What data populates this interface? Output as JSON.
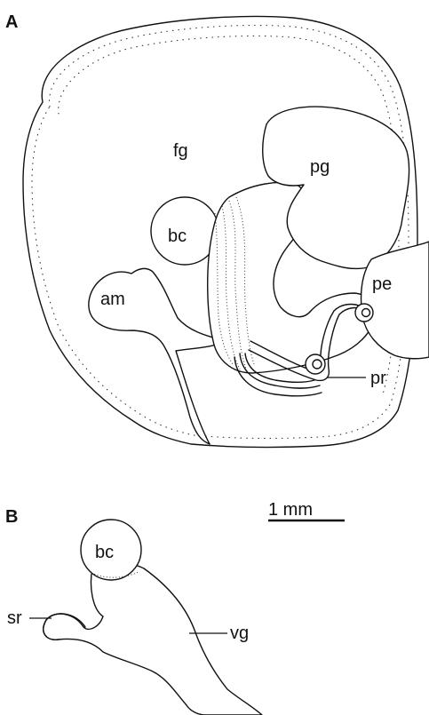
{
  "panel_a": {
    "letter": "A",
    "labels": {
      "fg": "fg",
      "pg": "pg",
      "bc": "bc",
      "am": "am",
      "pe": "pe",
      "pr": "pr"
    }
  },
  "panel_b": {
    "letter": "B",
    "labels": {
      "bc": "bc",
      "sr": "sr",
      "vg": "vg"
    }
  },
  "scale_bar": {
    "label": "1 mm"
  },
  "colors": {
    "ink": "#111111",
    "background": "#ffffff"
  }
}
